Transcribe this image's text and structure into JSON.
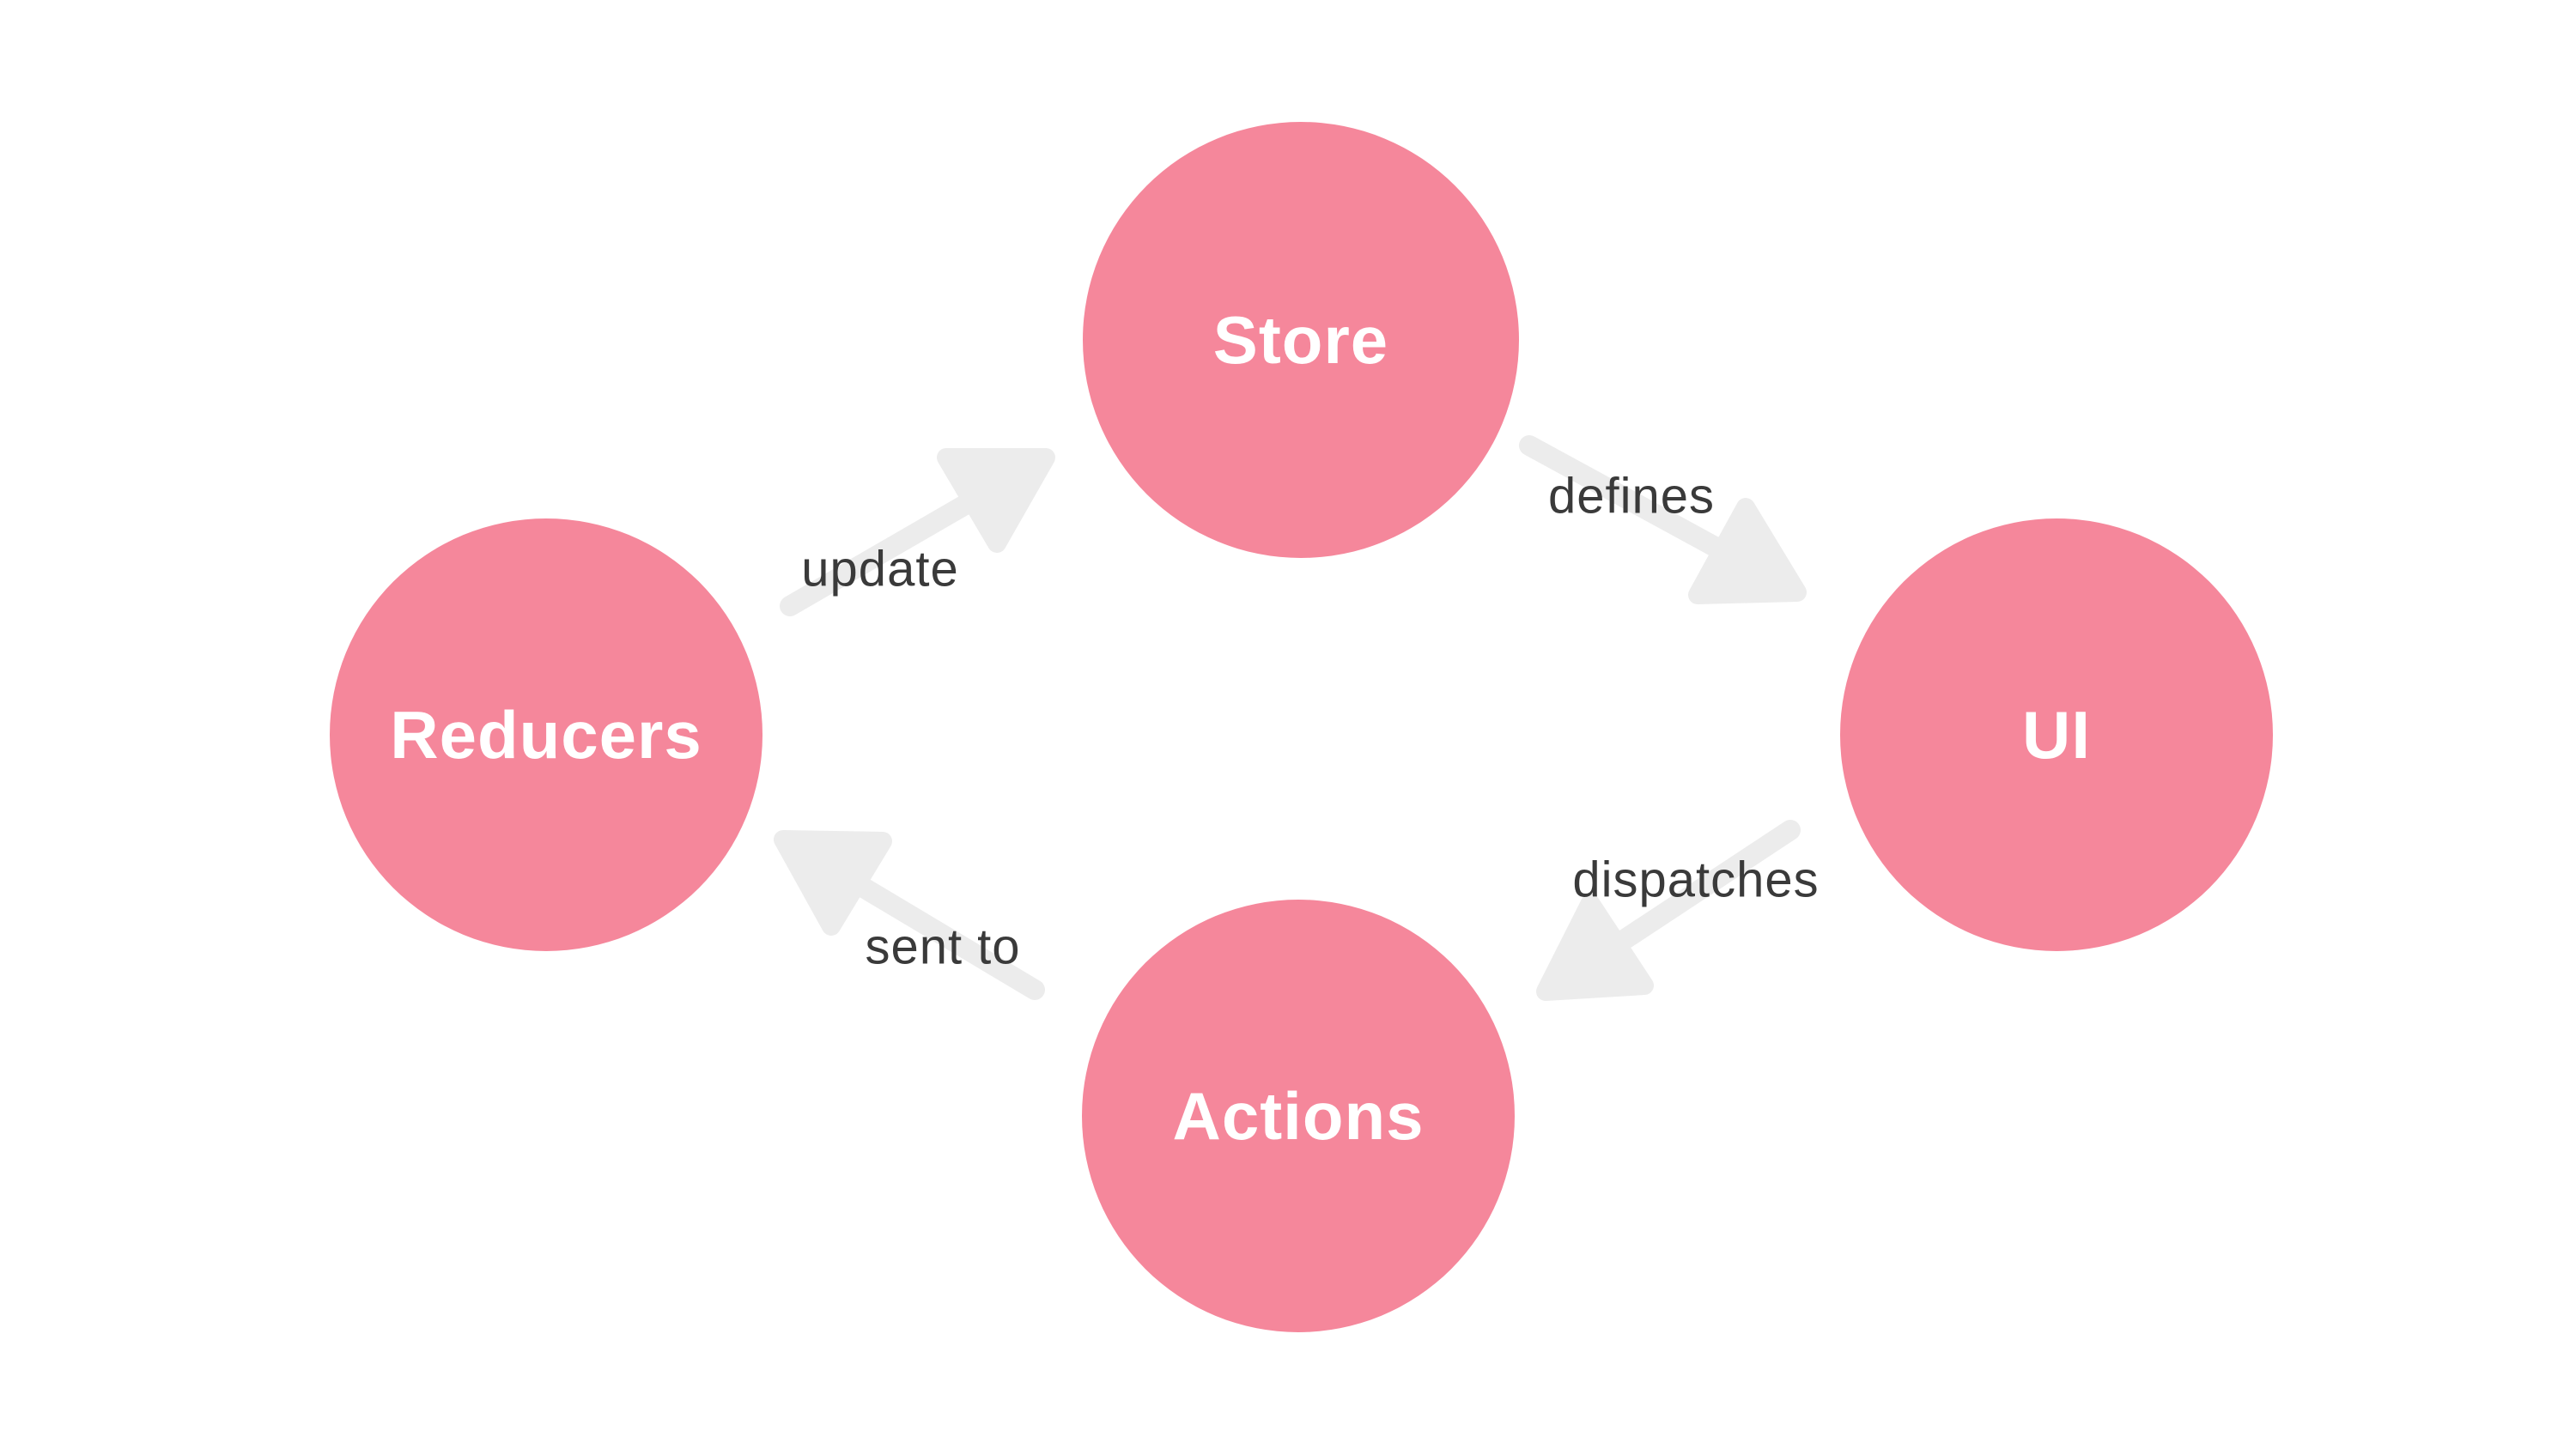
{
  "diagram": {
    "nodes": {
      "store": {
        "label": "Store"
      },
      "ui": {
        "label": "UI"
      },
      "actions": {
        "label": "Actions"
      },
      "reducers": {
        "label": "Reducers"
      }
    },
    "edges": {
      "reducers_to_store": {
        "label": "update"
      },
      "store_to_ui": {
        "label": "defines"
      },
      "ui_to_actions": {
        "label": "dispatches"
      },
      "actions_to_reducers": {
        "label": "sent to"
      }
    },
    "colors": {
      "background": "#FFFFFF",
      "node_fill": "#F5879B",
      "node_text": "#FFFFFF",
      "arrow": "#ECECEC",
      "edge_label_text": "#3A3A3A"
    }
  }
}
